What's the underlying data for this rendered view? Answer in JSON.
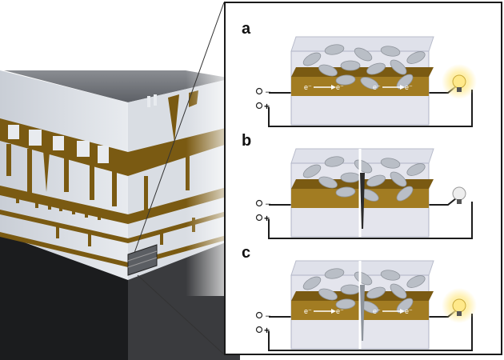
{
  "panels": [
    {
      "letter": "a",
      "state": "intact",
      "bulb": "lit",
      "arrows": [
        "e⁻",
        "e⁻",
        "e⁻",
        "e⁻"
      ]
    },
    {
      "letter": "b",
      "state": "cracked",
      "bulb": "off",
      "arrows": []
    },
    {
      "letter": "c",
      "state": "healed",
      "bulb": "lit",
      "arrows": [
        "e⁻",
        "e⁻",
        "e⁻",
        "e⁻"
      ]
    }
  ],
  "terminals": {
    "negative": "–",
    "positive": "+"
  },
  "colors": {
    "gold": "#7a5a12",
    "gold_light": "#a27c22",
    "glass": "#cdd0de",
    "capsule": "#b9bec6",
    "bulb_glow": "#ffe98a",
    "frame": "#1a1a1a"
  }
}
